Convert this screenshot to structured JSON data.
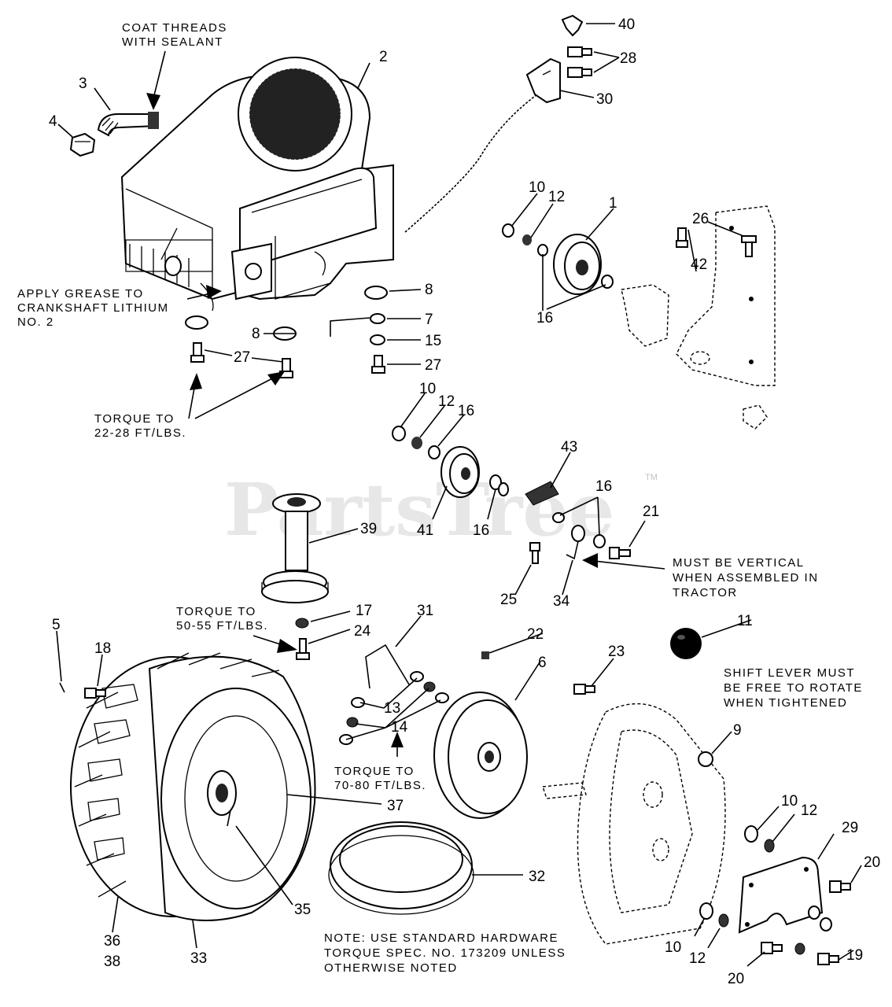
{
  "watermark": {
    "text": "PartsTree",
    "trademark": "TM"
  },
  "callouts": {
    "n1": "1",
    "n2": "2",
    "n3": "3",
    "n4": "4",
    "n5": "5",
    "n6": "6",
    "n7": "7",
    "n8a": "8",
    "n8b": "8",
    "n9": "9",
    "n10a": "10",
    "n10b": "10",
    "n10c": "10",
    "n10d": "10",
    "n11": "11",
    "n12a": "12",
    "n12b": "12",
    "n12c": "12",
    "n12d": "12",
    "n13": "13",
    "n14": "14",
    "n15": "15",
    "n16a": "16",
    "n16b": "16",
    "n16c": "16",
    "n16d": "16",
    "n17": "17",
    "n18": "18",
    "n19": "19",
    "n20a": "20",
    "n20b": "20",
    "n21": "21",
    "n22": "22",
    "n23": "23",
    "n24": "24",
    "n25": "25",
    "n26": "26",
    "n27a": "27",
    "n27b": "27",
    "n28": "28",
    "n29": "29",
    "n30": "30",
    "n31": "31",
    "n32": "32",
    "n33": "33",
    "n34": "34",
    "n35": "35",
    "n36": "36",
    "n37": "37",
    "n38": "38",
    "n39": "39",
    "n40": "40",
    "n41": "41",
    "n42": "42",
    "n43": "43"
  },
  "notes": {
    "coat_threads_1": "COAT THREADS",
    "coat_threads_2": "WITH SEALANT",
    "grease_1": "APPLY GREASE TO",
    "grease_2": "CRANKSHAFT LITHIUM",
    "grease_3": "NO. 2",
    "torque1_1": "TORQUE TO",
    "torque1_2": "22-28 FT/LBS.",
    "torque2_1": "TORQUE TO",
    "torque2_2": "50-55 FT/LBS.",
    "torque3_1": "TORQUE TO",
    "torque3_2": "70-80 FT/LBS.",
    "vertical_1": "MUST BE VERTICAL",
    "vertical_2": "WHEN ASSEMBLED IN",
    "vertical_3": "TRACTOR",
    "shift_1": "SHIFT LEVER MUST",
    "shift_2": "BE FREE TO ROTATE",
    "shift_3": "WHEN TIGHTENED",
    "hardware_1": "NOTE:  USE STANDARD HARDWARE",
    "hardware_2": "TORQUE  SPEC. NO. 173209 UNLESS",
    "hardware_3": "OTHERWISE NOTED"
  }
}
